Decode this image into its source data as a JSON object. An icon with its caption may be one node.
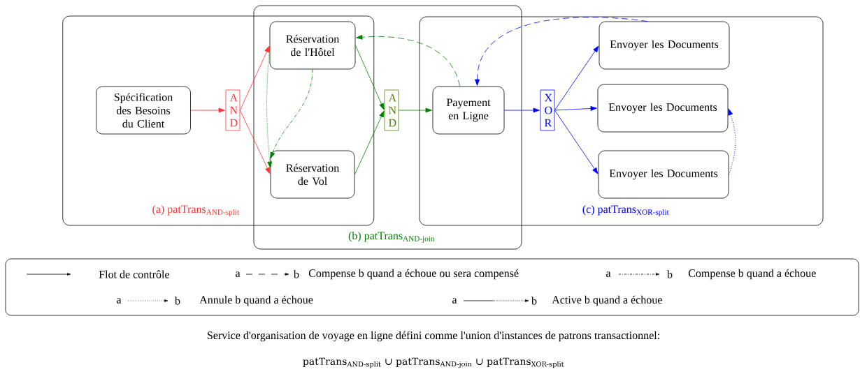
{
  "diagram": {
    "caption": "Service d'organisation de voyage en ligne défini comme l'union d'instances de patrons transactionnel:",
    "nodes": [
      {
        "text": [
          "(a) patTrans$_{AND-split}$"
        ]
      },
      {
        "text": [
          "(b) patTrans$_{AND-join}$"
        ]
      },
      {
        "text": [
          "(c) patTrans$_{XOR-split}$"
        ]
      },
      {
        "text": [
          "Spécification des Besoins du Client"
        ],
        "in": 0
      },
      {
        "text": [
          "A N D"
        ],
        "in": 0
      },
      {
        "text": [
          "Réservation de l'Hôtel"
        ]
      },
      {
        "text": [
          "Réservation de Vol"
        ]
      },
      {
        "text": [
          "A N D"
        ],
        "in": 1
      },
      {
        "text": [
          "Payement en Ligne"
        ]
      },
      {
        "text": [
          "X O R"
        ],
        "in": 2
      },
      {
        "text": [
          "Envoyer les Documents"
        ],
        "in": 2
      },
      {
        "text": [
          "Envoyer les Documents"
        ],
        "in": 2
      },
      {
        "text": [
          "Envoyer les Documents"
        ],
        "in": 2
      }
    ],
    "edges": [
      {
        "from": 3,
        "to": 4,
        "arrow": "to",
        "color": "#ff3333"
      },
      {
        "from": 4,
        "to": 5,
        "arrow": "to",
        "color": "#ff3333"
      },
      {
        "from": 4,
        "to": 6,
        "arrow": "to",
        "color": "#ff3333"
      },
      {
        "from": 5,
        "to": 7,
        "arrow": "to",
        "color": "#008000"
      },
      {
        "from": 6,
        "to": 7,
        "arrow": "to",
        "color": "#008000"
      },
      {
        "from": 7,
        "to": 8,
        "arrow": "to",
        "color": "#008000"
      },
      {
        "from": 8,
        "to": 9,
        "arrow": "to",
        "color": "#0000ff"
      },
      {
        "from": 9,
        "to": 10,
        "arrow": "to",
        "color": "#0000ff"
      },
      {
        "from": 9,
        "to": 11,
        "arrow": "to",
        "color": "#0000ff"
      },
      {
        "from": 9,
        "to": 12,
        "arrow": "to",
        "color": "#0000ff"
      },
      {
        "from": 8,
        "to": 5,
        "arrow": "to",
        "style": "dashed",
        "color": "#008000"
      },
      {
        "from": 10,
        "to": 8,
        "arrow": "to",
        "style": "dashed",
        "color": "#0000ff"
      },
      {
        "from": 5,
        "to": 6,
        "arrow": "to",
        "style": "dashed",
        "color": "#008000"
      },
      {
        "from": 5,
        "to": 6,
        "arrow": "to",
        "style": "dashed",
        "color": "#008000"
      },
      {
        "from": 12,
        "to": 11,
        "arrow": "to",
        "style": "dashed",
        "color": "#0000ff"
      }
    ],
    "labels": [
      "a",
      "b",
      "a",
      "b",
      "a",
      "b",
      "a",
      "b",
      "patTrans$_{AND-split}$ ∪ patTrans$_{AND-join}$ ∪ patTrans$_{XOR-split}$"
    ],
    "legend": [
      {
        "text": "Flot de contrôle"
      },
      {
        "text": "Compense b quand a échoue ou sera compensé"
      },
      {
        "text": "Compense b quand a échoue"
      },
      {
        "text": "Annule b quand a échoue"
      },
      {
        "text": "Active b quand a échoue"
      }
    ]
  }
}
